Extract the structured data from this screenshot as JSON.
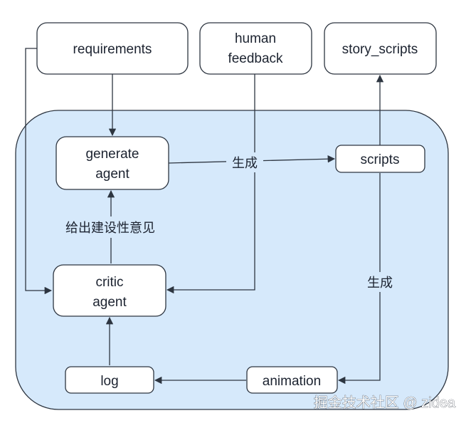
{
  "nodes": {
    "requirements": "requirements",
    "human_feedback_line1": "human",
    "human_feedback_line2": "feedback",
    "story_scripts": "story_scripts",
    "generate_agent_line1": "generate",
    "generate_agent_line2": "agent",
    "scripts": "scripts",
    "critic_agent_line1": "critic",
    "critic_agent_line2": "agent",
    "log": "log",
    "animation": "animation"
  },
  "edges": {
    "generate_to_scripts": "生成",
    "critic_to_generate": "给出建设性意见",
    "scripts_to_animation": "生成"
  },
  "watermark": "掘金技术社区 @ zidea",
  "colors": {
    "container_fill": "#d6e9fb",
    "stroke": "#2d3540",
    "node_fill": "#ffffff"
  }
}
